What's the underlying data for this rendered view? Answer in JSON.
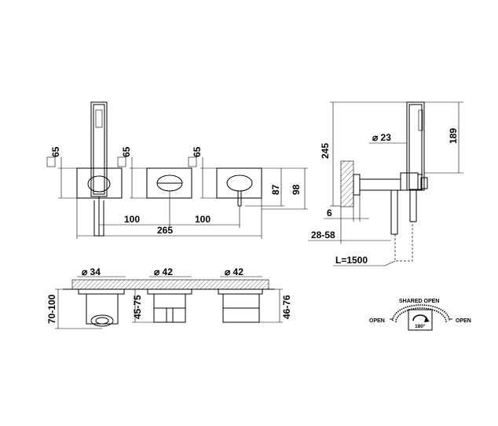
{
  "front_view": {
    "dim_65_a": "65",
    "dim_65_b": "65",
    "dim_65_c": "65",
    "dim_100_left": "100",
    "dim_100_right": "100",
    "dim_265": "265",
    "dim_87": "87",
    "dim_98": "98"
  },
  "side_view": {
    "dim_245": "245",
    "dim_diameter_23": "⌀ 23",
    "dim_189": "189",
    "dim_6": "6",
    "dim_28_58": "28-58",
    "hose_length": "L=1500"
  },
  "section_view": {
    "dim_diameter_34": "⌀ 34",
    "dim_diameter_42_a": "⌀ 42",
    "dim_diameter_42_b": "⌀ 42",
    "dim_70_100": "70-100",
    "dim_45_75": "45-75",
    "dim_46_76": "46-76"
  },
  "legend": {
    "shared_open": "SHARED OPEN",
    "open_left": "OPEN",
    "open_right": "OPEN",
    "angle": "180°"
  }
}
